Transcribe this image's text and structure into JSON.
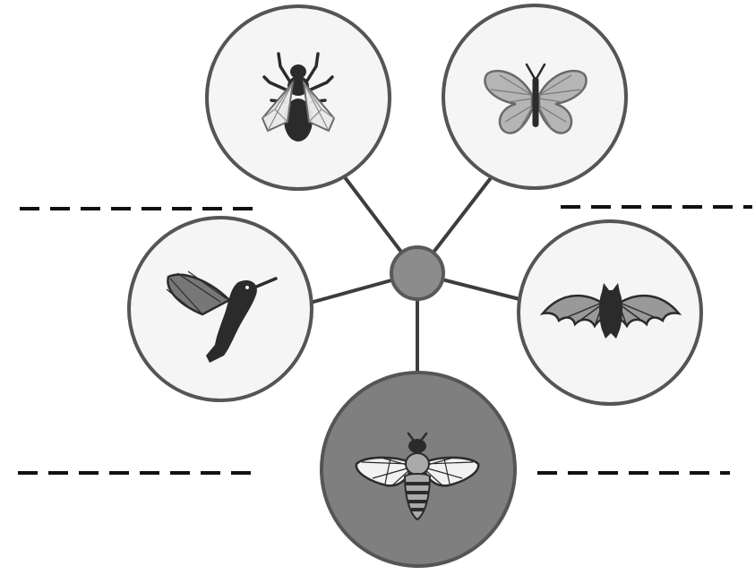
{
  "diagram": {
    "type": "hub-and-spoke",
    "hub": {
      "fill": "#8c8c8c",
      "stroke": "#595959"
    },
    "nodes": [
      {
        "id": "fly",
        "icon": "fly-icon",
        "highlighted": false
      },
      {
        "id": "butterfly",
        "icon": "butterfly-icon",
        "highlighted": false
      },
      {
        "id": "hummingbird",
        "icon": "hummingbird-icon",
        "highlighted": false
      },
      {
        "id": "bat",
        "icon": "bat-icon",
        "highlighted": false
      },
      {
        "id": "bee",
        "icon": "bee-icon",
        "highlighted": true
      }
    ],
    "colors": {
      "node_fill": "#f5f5f5",
      "node_stroke": "#555555",
      "highlight_fill": "#7f7f7f",
      "connector": "#3d3d3d",
      "dashes": "#111111",
      "icon_dark": "#2b2b2b",
      "icon_wing": "#b5b5b5"
    }
  }
}
